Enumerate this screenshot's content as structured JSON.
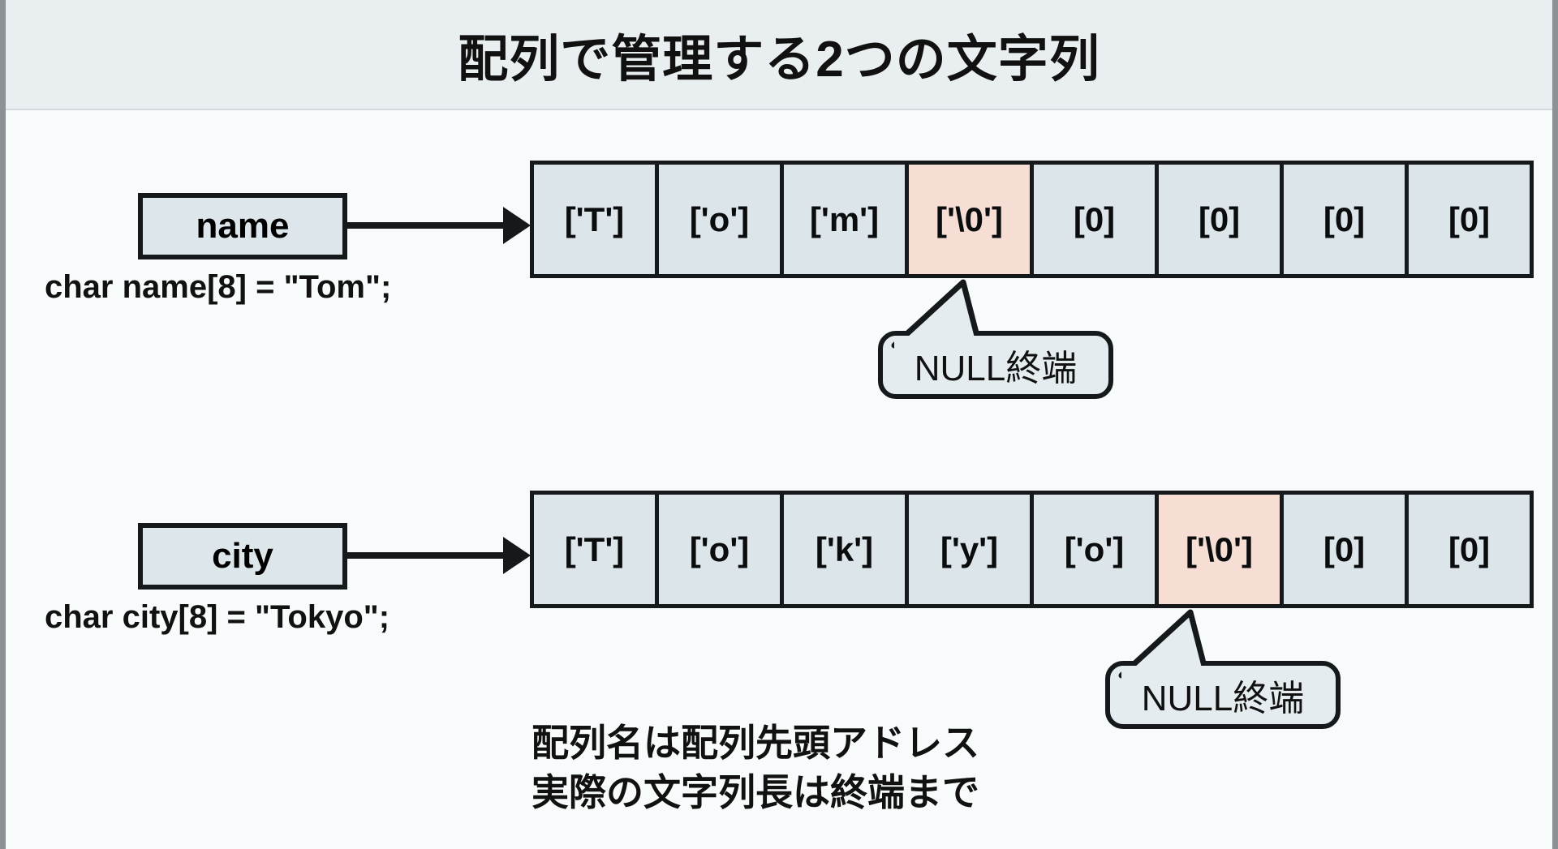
{
  "header": {
    "title": "配列で管理する2つの文字列"
  },
  "colors": {
    "header_band": "#e9eef0",
    "body_background": "#f8fbfb",
    "cell_fill": "#dce6ea",
    "null_cell_fill": "#f6ded4",
    "stroke": "#15191b",
    "callout_fill": "#e4ecef"
  },
  "arrays": [
    {
      "label": "name",
      "code": "char name[8] = \"Tom\";",
      "size": 8,
      "null_index": 3,
      "cells": [
        "['T']",
        "['o']",
        "['m']",
        "['\\0']",
        "[0]",
        "[0]",
        "[0]",
        "[0]"
      ],
      "callout": "NULL終端"
    },
    {
      "label": "city",
      "code": "char city[8] = \"Tokyo\";",
      "size": 8,
      "null_index": 5,
      "cells": [
        "['T']",
        "['o']",
        "['k']",
        "['y']",
        "['o']",
        "['\\0']",
        "[0]",
        "[0]"
      ],
      "callout": "NULL終端"
    }
  ],
  "caption": {
    "line1": "配列名は配列先頭アドレス",
    "line2": "実際の文字列長は終端まで"
  }
}
